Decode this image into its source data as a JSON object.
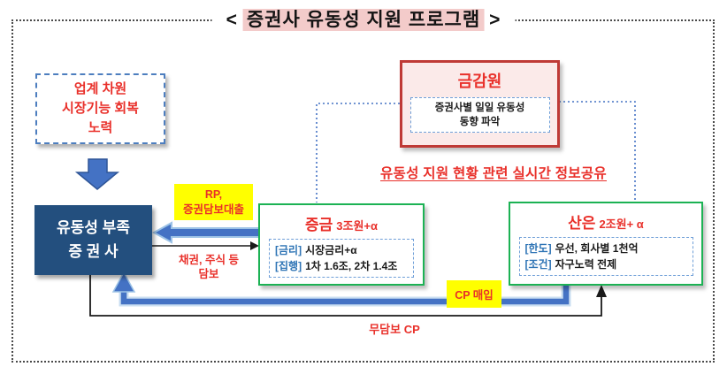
{
  "colors": {
    "red_text": "#e9302a",
    "fss_border_red": "#bf3a36",
    "fss_fill_pink": "#fbeae9",
    "title_highlight_pink": "#f3cbca",
    "navy_box": "#234f7e",
    "arrow_blue": "#4472c4",
    "arrow_blue_light": "#9dc3e6",
    "green_border": "#1cb254",
    "yellow_highlight": "#ffff00",
    "bracket_label_blue": "#2e74b5"
  },
  "title": {
    "open_bracket": "<",
    "text": "증권사 유동성 지원 프로그램",
    "close_bracket": ">"
  },
  "industry_box": {
    "lines": [
      "업계 차원",
      "시장기능 회복",
      "노력"
    ]
  },
  "fss_box": {
    "title": "금감원",
    "detail_lines": [
      "증권사별 일일 유동성",
      "동향 파악"
    ]
  },
  "info_share_text": "유동성 지원 현황 관련 실시간 정보공유",
  "shortage_box": {
    "lines": [
      "유동성 부족",
      "증 권 사"
    ]
  },
  "labels": {
    "rp_lines": [
      "RP,",
      "증권담보대출"
    ],
    "collateral_lines": [
      "채권, 주식 등",
      "담보"
    ],
    "cp_purchase": "CP 매입",
    "unsecured_cp": "무담보 CP"
  },
  "ksfc_box": {
    "name": "증금",
    "amount": "3조원+α",
    "rows": [
      {
        "label": "[금리]",
        "value": "시장금리+α"
      },
      {
        "label": "[집행]",
        "value": "1차 1.6조, 2차 1.4조"
      }
    ]
  },
  "kdb_box": {
    "name": "산은",
    "amount": "2조원+ α",
    "rows": [
      {
        "label": "[한도]",
        "value": "우선, 회사별 1천억"
      },
      {
        "label": "[조건]",
        "value": "자구노력 전제"
      }
    ]
  }
}
